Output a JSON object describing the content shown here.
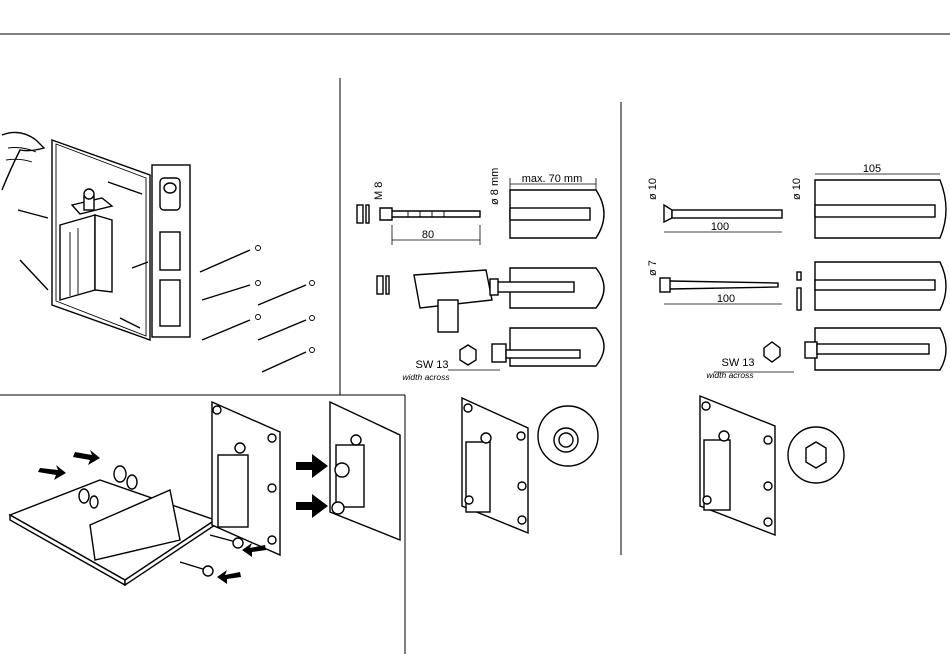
{
  "panels": {
    "plug": {
      "thread_label": "M 8",
      "drill_label": "ø 8 mm",
      "depth_label": "max. 70 mm",
      "length_label": "80",
      "wrench_label": "SW 13",
      "wrench_sub": "width across"
    },
    "bolt": {
      "head_dia_label": "ø 10",
      "hole_dia_label": "ø 10",
      "length_label": "100",
      "depth_label": "105",
      "screw_dia_label": "ø 7",
      "screw_length_label": "100",
      "wrench_label": "SW 13",
      "wrench_sub": "width across"
    }
  }
}
